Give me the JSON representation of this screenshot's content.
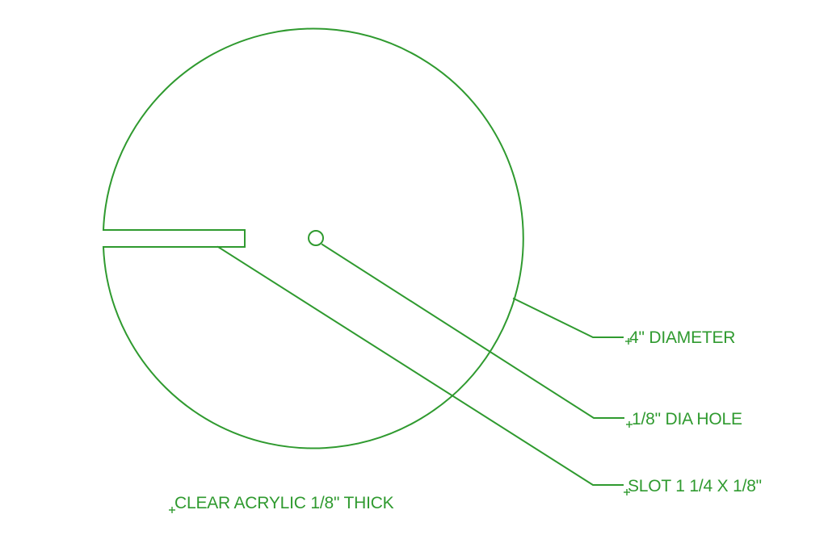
{
  "drawing": {
    "stroke_color": "#2f9a2f",
    "background": "#ffffff",
    "labels": {
      "diameter": "4\" DIAMETER",
      "hole": "1/8\" DIA HOLE",
      "slot": "SLOT 1 1/4 X 1/8\"",
      "material": "CLEAR ACRYLIC 1/8\" THICK"
    }
  }
}
